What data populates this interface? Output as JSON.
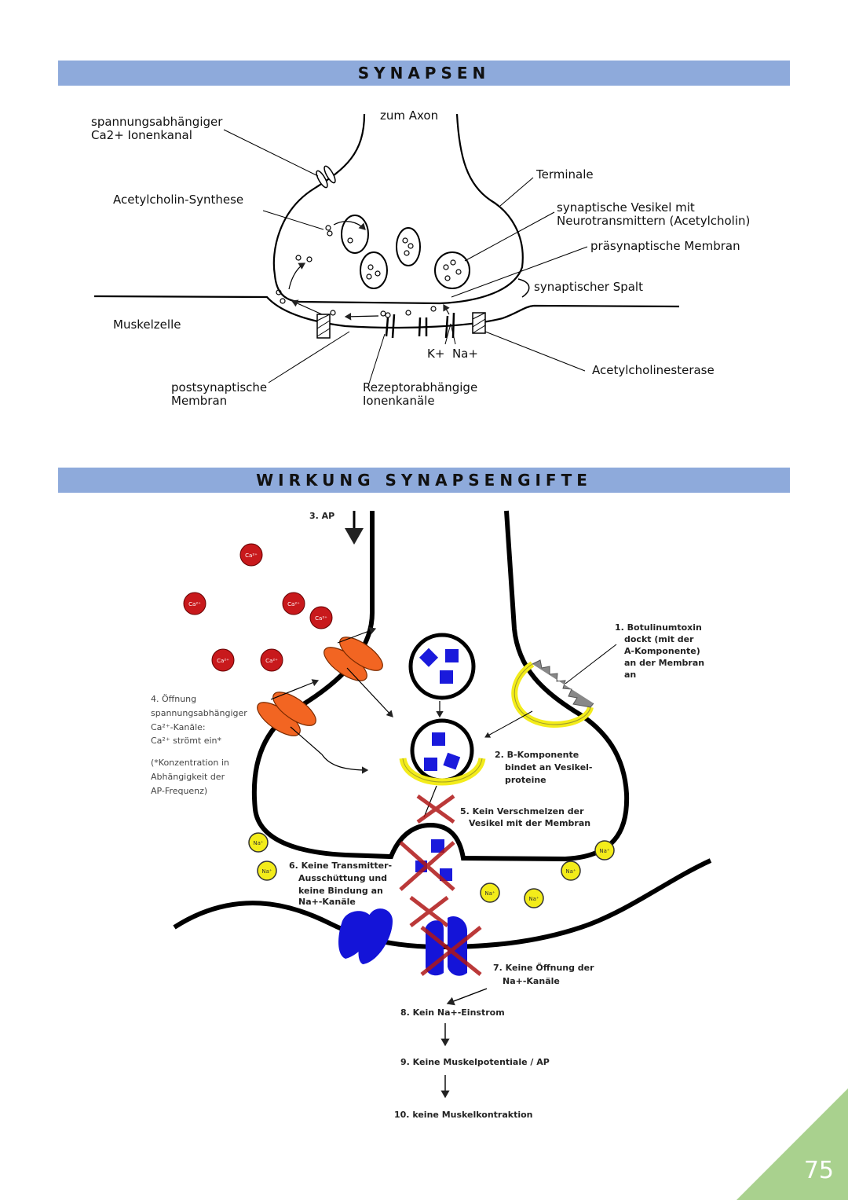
{
  "section1": {
    "title": "SYNAPSEN",
    "labels": {
      "channel_line1": "spannungsabhängiger",
      "channel_line2": "Ca2+ Ionenkanal",
      "axon": "zum Axon",
      "terminal": "Terminale",
      "synthesis": "Acetylcholin-Synthese",
      "vesicle_line1": "synaptische Vesikel mit",
      "vesicle_line2": "Neurotransmittern (Acetylcholin)",
      "presyn": "präsynaptische Membran",
      "cleft": "synaptischer Spalt",
      "muscle": "Muskelzelle",
      "kna": "K+  Na+",
      "esterase": "Acetylcholinesterase",
      "postsyn_line1": "postsynaptische",
      "postsyn_line2": "Membran",
      "receptor_line1": "Rezeptorabhängige",
      "receptor_line2": "Ionenkanäle"
    }
  },
  "section2": {
    "title": "WIRKUNG SYNAPSENGIFTE",
    "ion_ca": "Ca²⁺",
    "ion_na": "Na⁺",
    "labels": {
      "ap": "3. AP",
      "step1_l1": "1. Botulinumtoxin",
      "step1_l2": "dockt (mit der",
      "step1_l3": "A-Komponente)",
      "step1_l4": "an der Membran",
      "step1_l5": "an",
      "step4_l1": "4. Öffnung",
      "step4_l2": "spannungsabhängiger",
      "step4_l3": "Ca²⁺-Kanäle:",
      "step4_l4": "Ca²⁺ strömt ein*",
      "step4_l5": "(*Konzentration in",
      "step4_l6": "Abhängigkeit der",
      "step4_l7": "AP-Frequenz)",
      "step2_l1": "2. B-Komponente",
      "step2_l2": "bindet an Vesikel-",
      "step2_l3": "proteine",
      "step5_l1": "5. Kein Verschmelzen der",
      "step5_l2": "Vesikel mit der Membran",
      "step6_l1": "6. Keine Transmitter-",
      "step6_l2": "Ausschüttung und",
      "step6_l3": "keine Bindung an",
      "step6_l4": "Na+-Kanäle",
      "step7_l1": "7. Keine Öffnung der",
      "step7_l2": "Na+-Kanäle",
      "step8": "8. Kein Na+-Einstrom",
      "step9": "9. Keine Muskelpotentiale / AP",
      "step10": "10. keine Muskelkontraktion"
    }
  },
  "page_number": "75",
  "colors": {
    "banner": "#8eaadb",
    "corner": "#a9d18e",
    "ca_ion": "#c8191c",
    "na_ion": "#f3ec1a",
    "channel": "#f26522",
    "transmitter": "#1a1adc",
    "cross": "#b01717"
  }
}
